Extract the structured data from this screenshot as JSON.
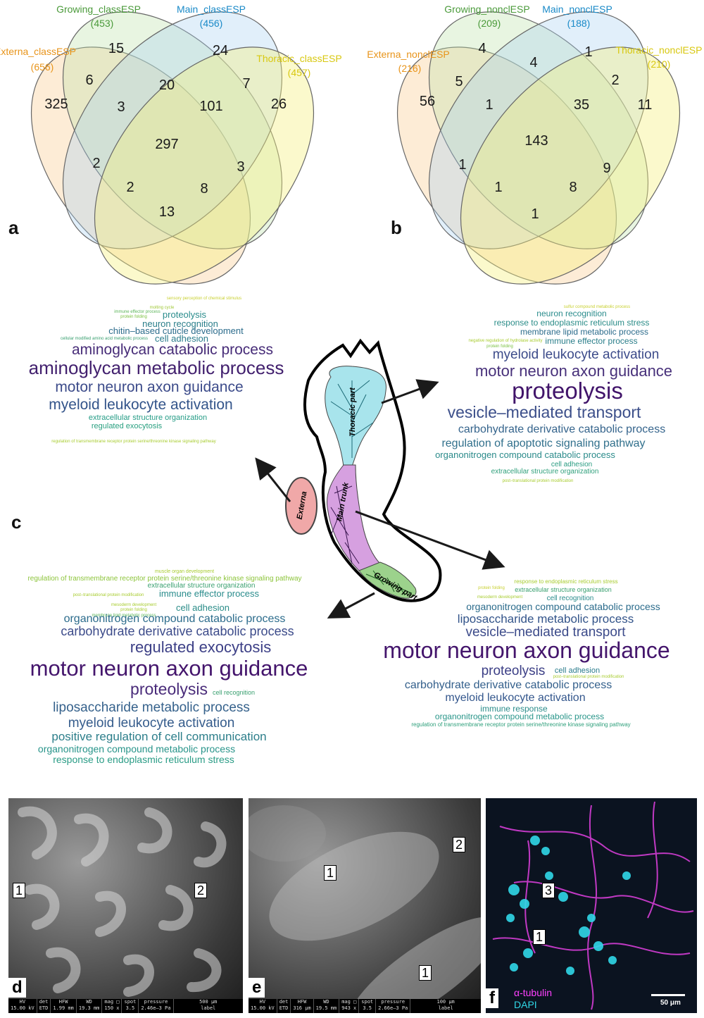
{
  "panel_letters": {
    "a": "a",
    "b": "b",
    "c": "c",
    "d": "d",
    "e": "e",
    "f": "f"
  },
  "venn_a": {
    "sets": [
      {
        "name": "Externa_classESP",
        "count": "(656)",
        "color": "#e8941a"
      },
      {
        "name": "Growing_classESP",
        "count": "(453)",
        "color": "#4a9a3a"
      },
      {
        "name": "Main_classESP",
        "count": "(456)",
        "color": "#1a8ac8"
      },
      {
        "name": "Thoracic_classESP",
        "count": "(457)",
        "color": "#e0d020"
      }
    ],
    "regions": [
      "15",
      "24",
      "6",
      "20",
      "7",
      "325",
      "3",
      "101",
      "26",
      "297",
      "2",
      "3",
      "2",
      "8",
      "13"
    ]
  },
  "venn_b": {
    "sets": [
      {
        "name": "Externa_nonclESP",
        "count": "(216)",
        "color": "#e8941a"
      },
      {
        "name": "Growing_nonclESP",
        "count": "(209)",
        "color": "#4a9a3a"
      },
      {
        "name": "Main_nonclESP",
        "count": "(188)",
        "color": "#1a8ac8"
      },
      {
        "name": "Thoracic_nonclESP",
        "count": "(210)",
        "color": "#e0d020"
      }
    ],
    "regions": [
      "4",
      "1",
      "5",
      "4",
      "2",
      "56",
      "1",
      "35",
      "11",
      "143",
      "1",
      "9",
      "1",
      "8",
      "1"
    ]
  },
  "diagram": {
    "thoracic": "Thoracic part",
    "main": "Main trunk",
    "externa": "Externa",
    "growing": "Growing part"
  },
  "cloud_externa": [
    "sensory perception of chemical stimulus",
    "molting cycle",
    "immune effector process",
    "protein folding",
    "proteolysis",
    "neuron recognition",
    "chitin–based cuticle development",
    "cellular modified amino acid metabolic process",
    "cell adhesion",
    "aminoglycan catabolic process",
    "aminoglycan metabolic process",
    "motor neuron axon guidance",
    "myeloid leukocyte activation",
    "extracellular structure organization",
    "regulated exocytosis",
    "regulation of transmembrane receptor protein serine/threonine kinase signaling pathway"
  ],
  "cloud_thoracic": [
    "sulfur compound metabolic process",
    "neuron recognition",
    "response to endoplasmic reticulum stress",
    "membrane lipid metabolic process",
    "negative regulation of hydrolase activity",
    "immune effector process",
    "protein folding",
    "myeloid leukocyte activation",
    "motor neuron axon guidance",
    "proteolysis",
    "vesicle–mediated transport",
    "carbohydrate derivative catabolic process",
    "regulation of apoptotic signaling pathway",
    "organonitrogen compound catabolic process",
    "cell adhesion",
    "extracellular structure organization",
    "post–translational protein modification"
  ],
  "cloud_growing": [
    "muscle organ development",
    "regulation of transmembrane receptor protein serine/threonine kinase signaling pathway",
    "extracellular structure organization",
    "post–translational protein modification",
    "immune effector process",
    "mesoderm development",
    "protein folding",
    "cell adhesion",
    "membrane lipid metabolic process",
    "organonitrogen compound catabolic process",
    "carbohydrate derivative catabolic process",
    "regulated exocytosis",
    "motor neuron axon guidance",
    "proteolysis",
    "cell recognition",
    "liposaccharide metabolic process",
    "myeloid leukocyte activation",
    "positive regulation of cell communication",
    "organonitrogen compound metabolic process",
    "response to endoplasmic reticulum stress"
  ],
  "cloud_main": [
    "response to endoplasmic reticulum stress",
    "protein folding",
    "extracellular structure organization",
    "mesoderm development",
    "cell recognition",
    "organonitrogen compound catabolic process",
    "liposaccharide metabolic process",
    "vesicle–mediated transport",
    "motor neuron axon guidance",
    "proteolysis",
    "cell adhesion",
    "post–translational protein modification",
    "carbohydrate derivative catabolic process",
    "myeloid leukocyte activation",
    "immune response",
    "organonitrogen compound metabolic process",
    "regulation of transmembrane receptor protein serine/threonine kinase signaling pathway"
  ],
  "micro_d": {
    "labels": [
      "1",
      "2"
    ],
    "bar": [
      "HV",
      "det",
      "HFW",
      "WD",
      "mag □",
      "spot",
      "pressure",
      "500 μm"
    ],
    "bar2": [
      "15.00 kV",
      "ETD",
      "1.99 mm",
      "19.3 mm",
      "150 x",
      "3.5",
      "2.46e–3 Pa",
      "label"
    ]
  },
  "micro_e": {
    "labels": [
      "1",
      "2",
      "1"
    ],
    "bar": [
      "HV",
      "det",
      "HFW",
      "WD",
      "mag □",
      "spot",
      "pressure",
      "100 μm"
    ],
    "bar2": [
      "15.00 kV",
      "ETD",
      "316 μm",
      "19.5 mm",
      "943 x",
      "3.5",
      "2.66e–3 Pa",
      "label"
    ]
  },
  "micro_f": {
    "labels": [
      "3",
      "1"
    ],
    "legend_tubulin": "α-tubulin",
    "legend_dapi": "DAPI",
    "scale": "50 μm"
  }
}
